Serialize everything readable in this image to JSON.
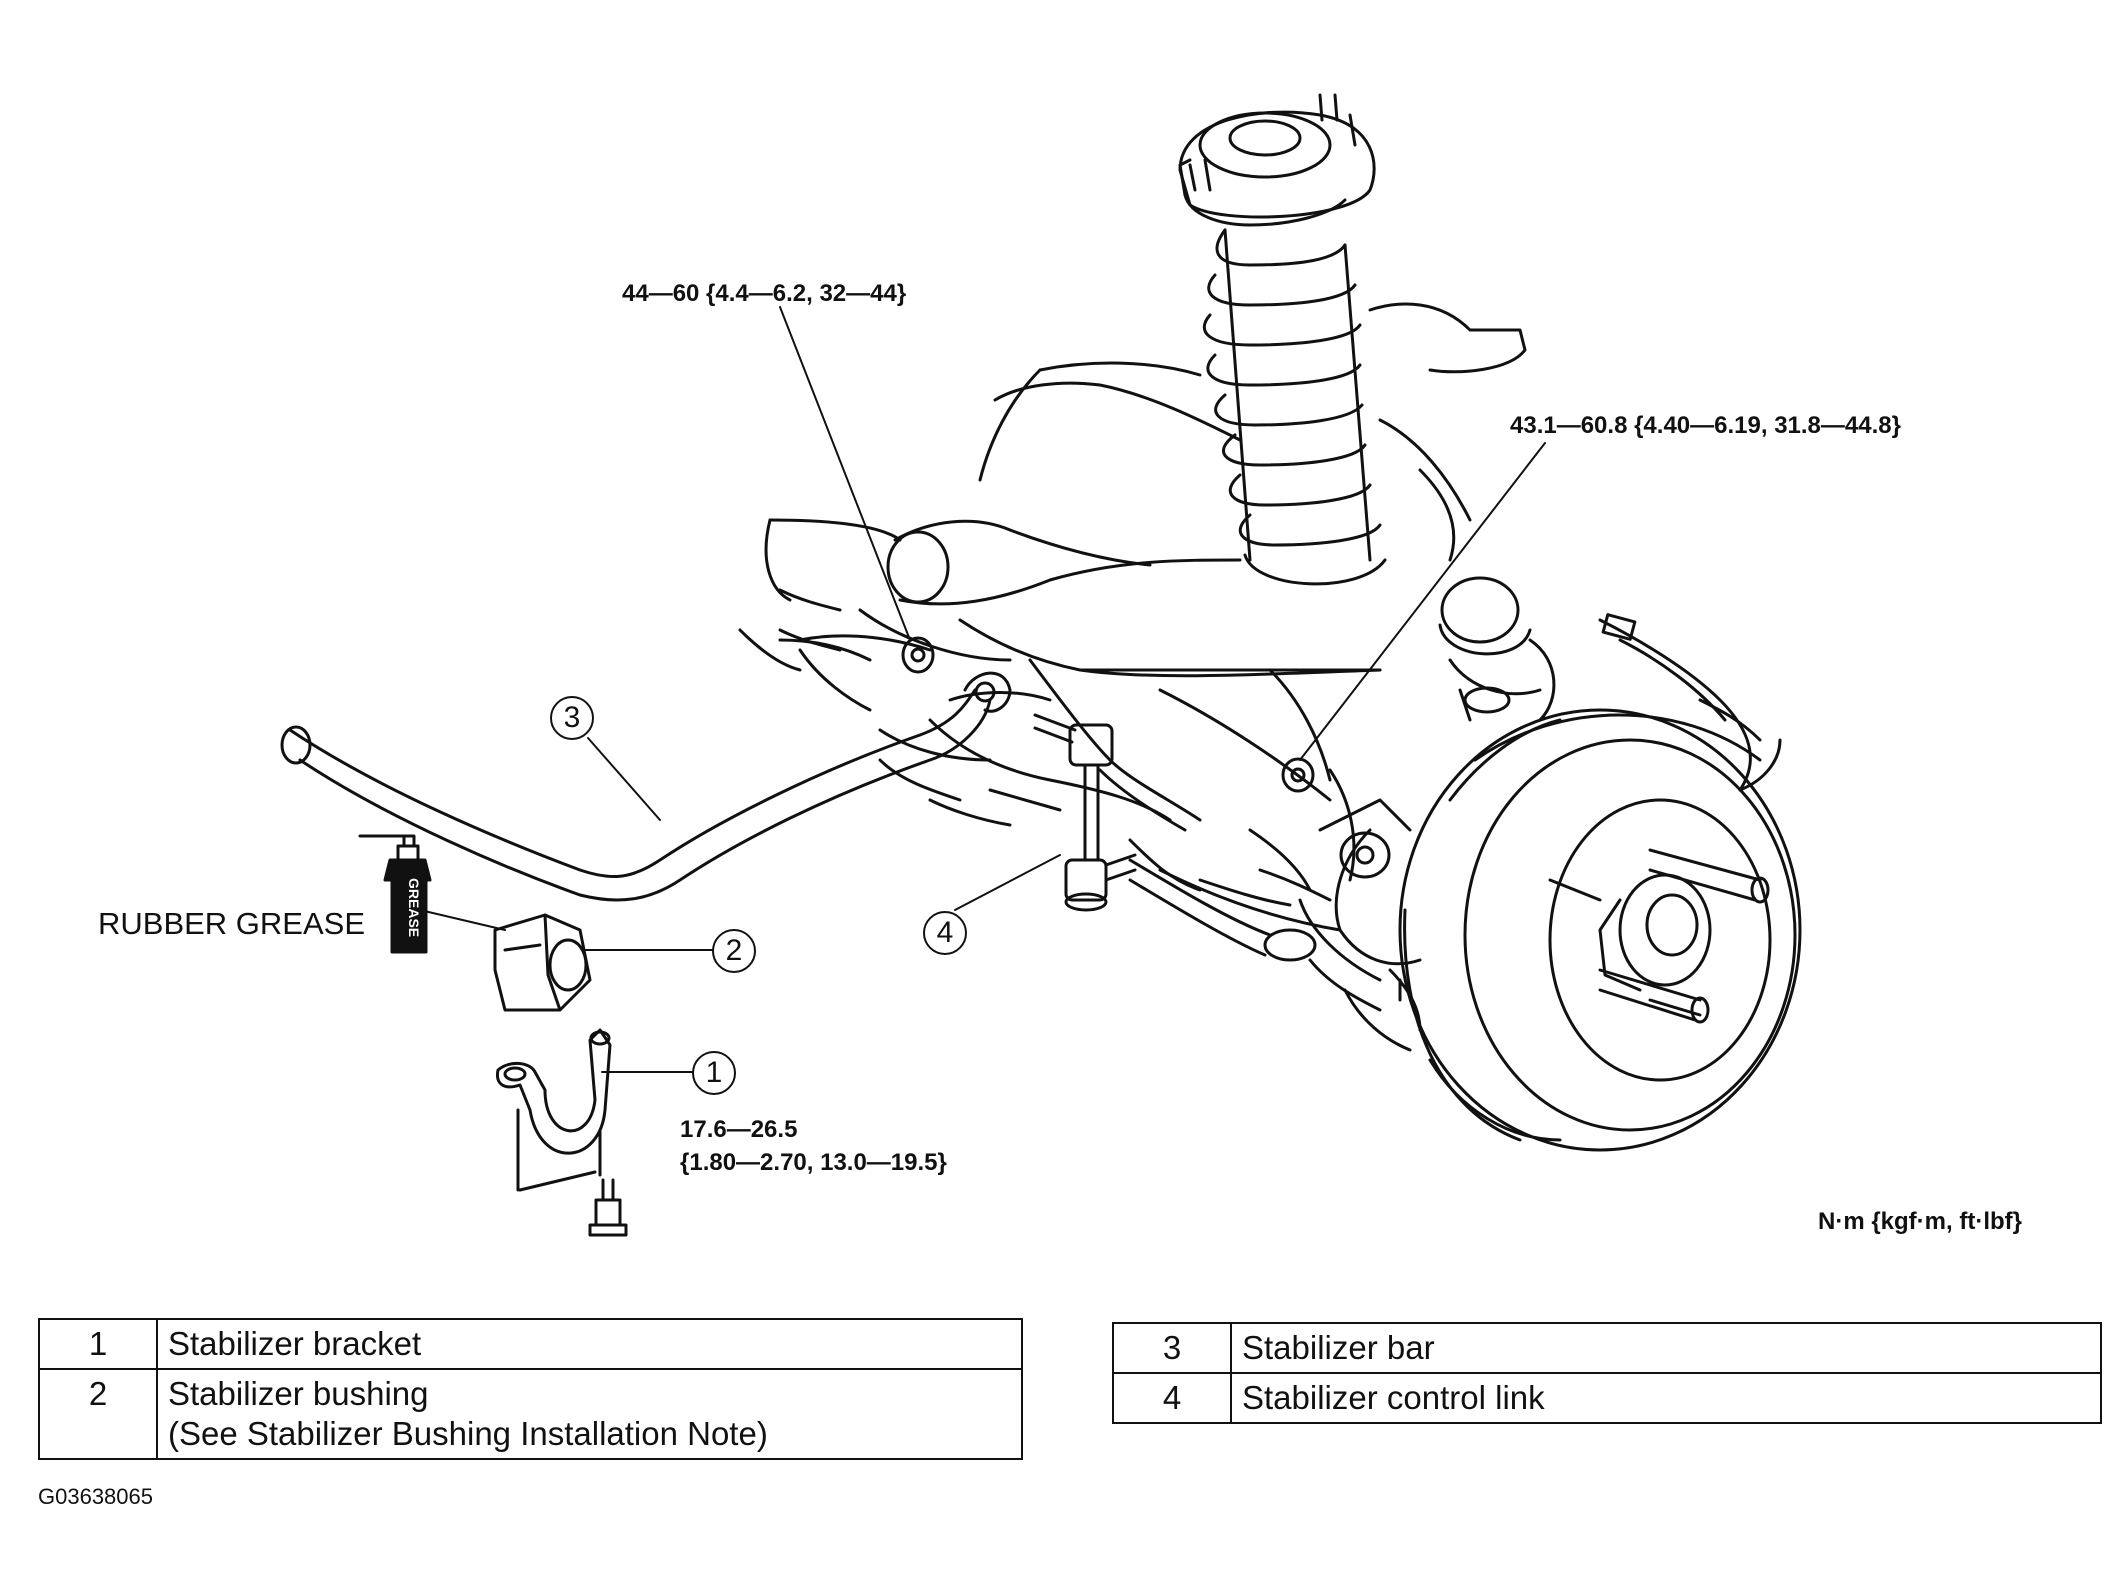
{
  "torque_specs": {
    "link_upper": "44—60 {4.4—6.2, 32—44}",
    "link_lower": "43.1—60.8 {4.40—6.19, 31.8—44.8}",
    "bracket_line1": "17.6—26.5",
    "bracket_line2": "{1.80—2.70, 13.0—19.5}"
  },
  "units": "N·m {kgf·m, ft·lbf}",
  "grease_label": "RUBBER GREASE",
  "grease_can_text": "GREASE",
  "callouts": [
    "1",
    "2",
    "3",
    "4"
  ],
  "legend_left": [
    {
      "num": "1",
      "desc": "Stabilizer bracket"
    },
    {
      "num": "2",
      "desc": "Stabilizer bushing",
      "desc2": "(See  Stabilizer Bushing Installation Note)"
    }
  ],
  "legend_right": [
    {
      "num": "3",
      "desc": "Stabilizer bar"
    },
    {
      "num": "4",
      "desc": "Stabilizer control link"
    }
  ],
  "figure_id": "G03638065"
}
